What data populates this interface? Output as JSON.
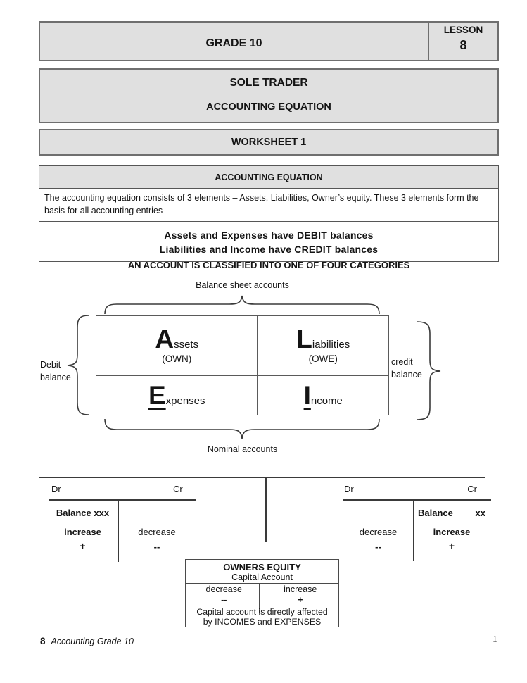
{
  "colors": {
    "box-fill": "#e0e0e0",
    "border": "#6f6f6f",
    "line": "#3a3a3a",
    "text": "#141414"
  },
  "header": {
    "grade_title": "GRADE 10",
    "lesson_label": "LESSON",
    "lesson_number": "8"
  },
  "title_box": {
    "line1": "SOLE TRADER",
    "line2": "ACCOUNTING EQUATION"
  },
  "worksheet_box": {
    "title": "WORKSHEET 1"
  },
  "equation_section": {
    "heading": "ACCOUNTING EQUATION",
    "body": "The accounting equation consists of 3 elements – Assets, Liabilities, Owner’s equity.  These 3 elements form the basis for all accounting entries",
    "rule_debit": "Assets and Expenses have DEBIT balances",
    "rule_credit": "Liabilities and Income have CREDIT balances"
  },
  "categories_heading": "AN ACCOUNT IS CLASSIFIED INTO ONE OF FOUR CATEGORIES",
  "classification_diagram": {
    "top_label": "Balance sheet accounts",
    "bottom_label": "Nominal accounts",
    "left_label": {
      "line1": "Debit",
      "line2": "balance"
    },
    "right_label": {
      "line1": "credit",
      "line2": "balance"
    },
    "quadrants": {
      "assets": {
        "initial": "A",
        "rest": "ssets",
        "note": "(OWN)"
      },
      "liabilities": {
        "initial": "L",
        "rest": "iabilities",
        "note": "(OWE)"
      },
      "expenses": {
        "initial": "E",
        "rest": "xpenses"
      },
      "income": {
        "initial": "I",
        "rest": "ncome"
      }
    }
  },
  "t_accounts": {
    "left": {
      "dr_label": "Dr",
      "cr_label": "Cr",
      "debit_balance": "Balance xxx",
      "debit_change": "increase",
      "debit_sign": "+",
      "credit_change": "decrease",
      "credit_sign": "--"
    },
    "right": {
      "dr_label": "Dr",
      "cr_label": "Cr",
      "debit_change": "decrease",
      "debit_sign": "--",
      "credit_balance_word": "Balance",
      "credit_balance_amount": "xx",
      "credit_change": "increase",
      "credit_sign": "+"
    }
  },
  "owners_equity": {
    "title": "OWNERS EQUITY",
    "subtitle": "Capital Account",
    "debit_change": "decrease",
    "debit_sign": "--",
    "credit_change": "increase",
    "credit_sign": "+",
    "note_line1": "Capital account is directly affected",
    "note_line2": "by INCOMES and EXPENSES"
  },
  "footer": {
    "lesson_number": "8",
    "book_title": "Accounting Grade 10",
    "page_number": "1"
  }
}
